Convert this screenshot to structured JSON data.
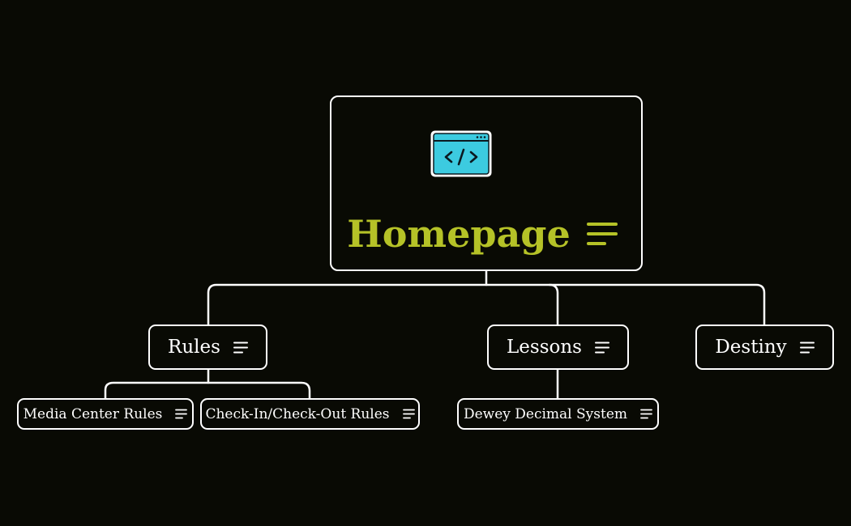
{
  "colors": {
    "background": "#090a04",
    "line": "#ffffff",
    "root_title": "#b5c227",
    "app_icon_fill": "#3ccbe0"
  },
  "root": {
    "title": "Homepage",
    "icon": "code-window-icon",
    "notes_icon": "notes-lines-icon"
  },
  "topics": [
    {
      "label": "Rules",
      "notes_icon": "notes-lines-icon",
      "children": [
        {
          "label": "Media Center Rules",
          "notes_icon": "notes-lines-icon"
        },
        {
          "label": "Check-In/Check-Out Rules",
          "notes_icon": "notes-lines-icon"
        }
      ]
    },
    {
      "label": "Lessons",
      "notes_icon": "notes-lines-icon",
      "children": [
        {
          "label": "Dewey Decimal System",
          "notes_icon": "notes-lines-icon"
        }
      ]
    },
    {
      "label": "Destiny",
      "notes_icon": "notes-lines-icon",
      "children": []
    }
  ]
}
